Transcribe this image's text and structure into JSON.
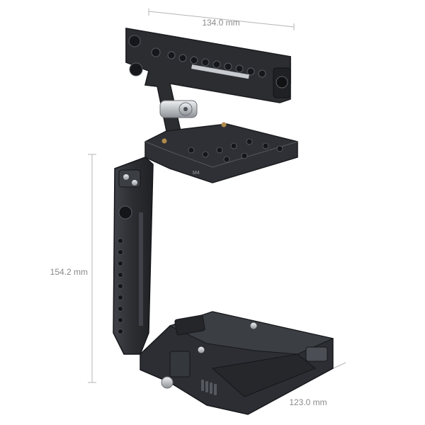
{
  "dimensions": {
    "width_top": "134.0 mm",
    "height_left": "154.2 mm",
    "width_bottom": "123.0 mm"
  },
  "engraving": "M4",
  "colors": {
    "background": "#ffffff",
    "metal_dark": "#2b2d31",
    "metal_mid": "#3a3d42",
    "metal_light": "#55595f",
    "chrome": "#c8cbd0",
    "brass": "#b08a4a",
    "dimension_line": "#b5b5b5"
  }
}
